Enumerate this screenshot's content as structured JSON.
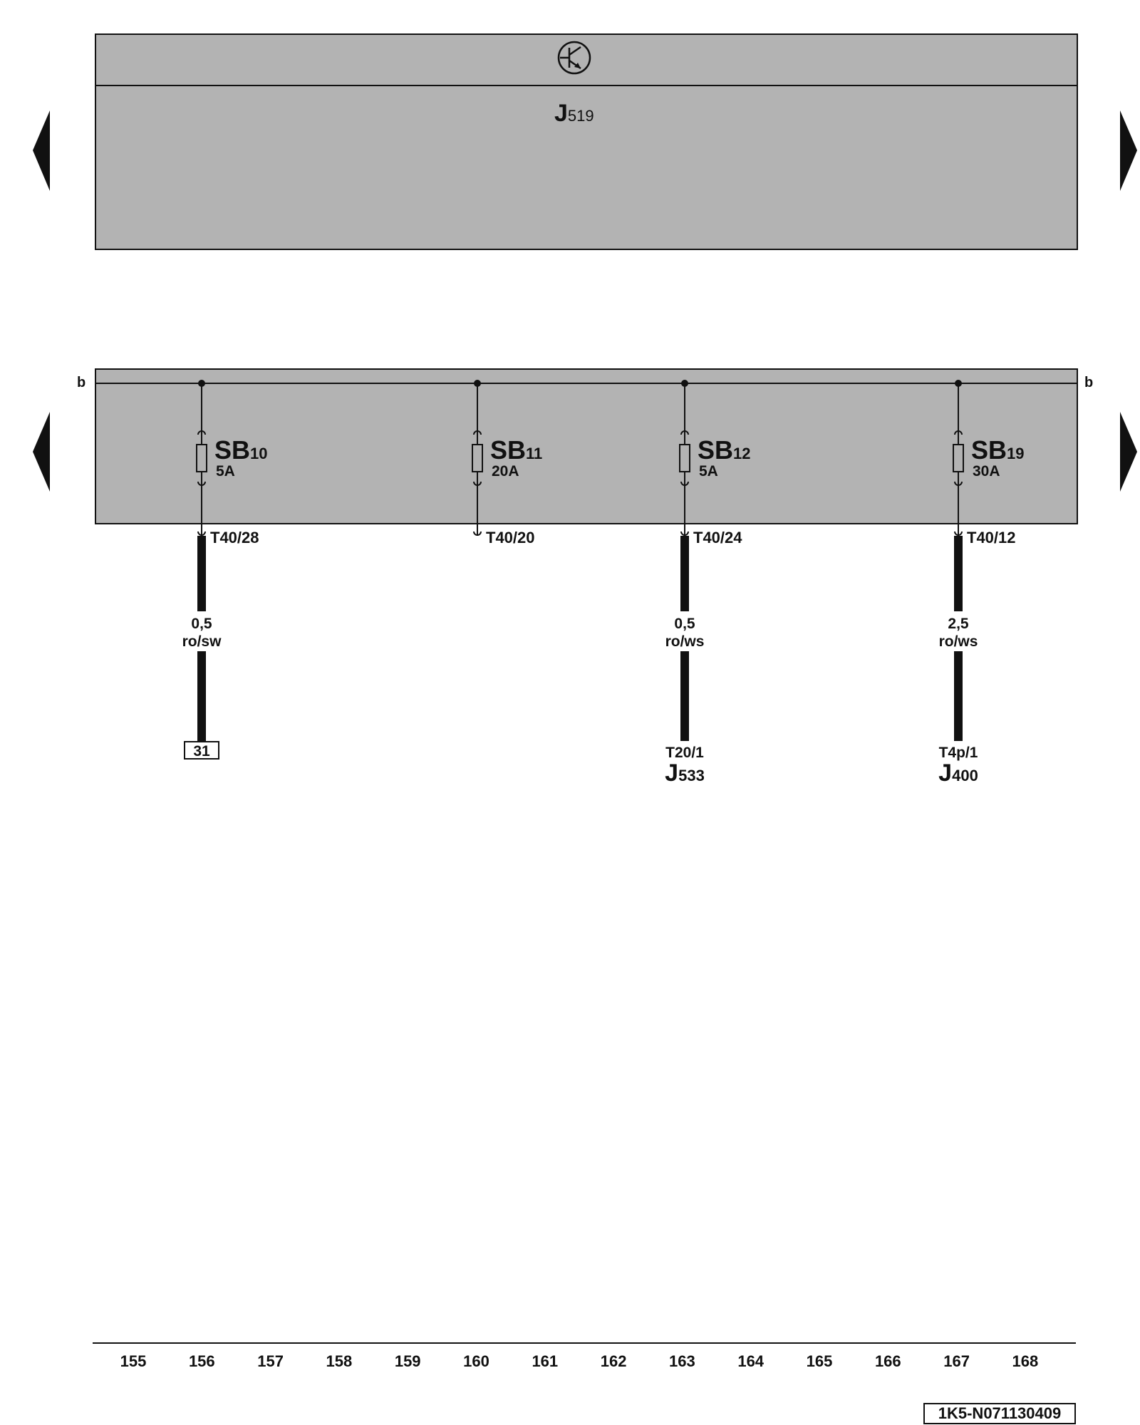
{
  "top_module": {
    "main_label": "J",
    "sub_label": "519",
    "icon": "transistor-symbol-icon"
  },
  "bus": {
    "label_left": "b",
    "label_right": "b"
  },
  "fuses": [
    {
      "name": "SB",
      "num": "10",
      "rating": "5A",
      "terminal": "T40/28",
      "wire": {
        "size": "0,5",
        "color": "ro/sw"
      },
      "dest_terminal": "",
      "dest_main": "",
      "dest_sub": "",
      "ground": "31"
    },
    {
      "name": "SB",
      "num": "11",
      "rating": "20A",
      "terminal": "T40/20",
      "wire": null,
      "dest_terminal": "",
      "dest_main": "",
      "dest_sub": "",
      "ground": ""
    },
    {
      "name": "SB",
      "num": "12",
      "rating": "5A",
      "terminal": "T40/24",
      "wire": {
        "size": "0,5",
        "color": "ro/ws"
      },
      "dest_terminal": "T20/1",
      "dest_main": "J",
      "dest_sub": "533",
      "ground": ""
    },
    {
      "name": "SB",
      "num": "19",
      "rating": "30A",
      "terminal": "T40/12",
      "wire": {
        "size": "2,5",
        "color": "ro/ws"
      },
      "dest_terminal": "T4p/1",
      "dest_main": "J",
      "dest_sub": "400",
      "ground": ""
    }
  ],
  "grid_numbers": [
    "155",
    "156",
    "157",
    "158",
    "159",
    "160",
    "161",
    "162",
    "163",
    "164",
    "165",
    "166",
    "167",
    "168"
  ],
  "drawing_id": "1K5-N071130409",
  "colors": {
    "panel": "#b3b3b3",
    "line": "#111111",
    "background": "#ffffff"
  }
}
